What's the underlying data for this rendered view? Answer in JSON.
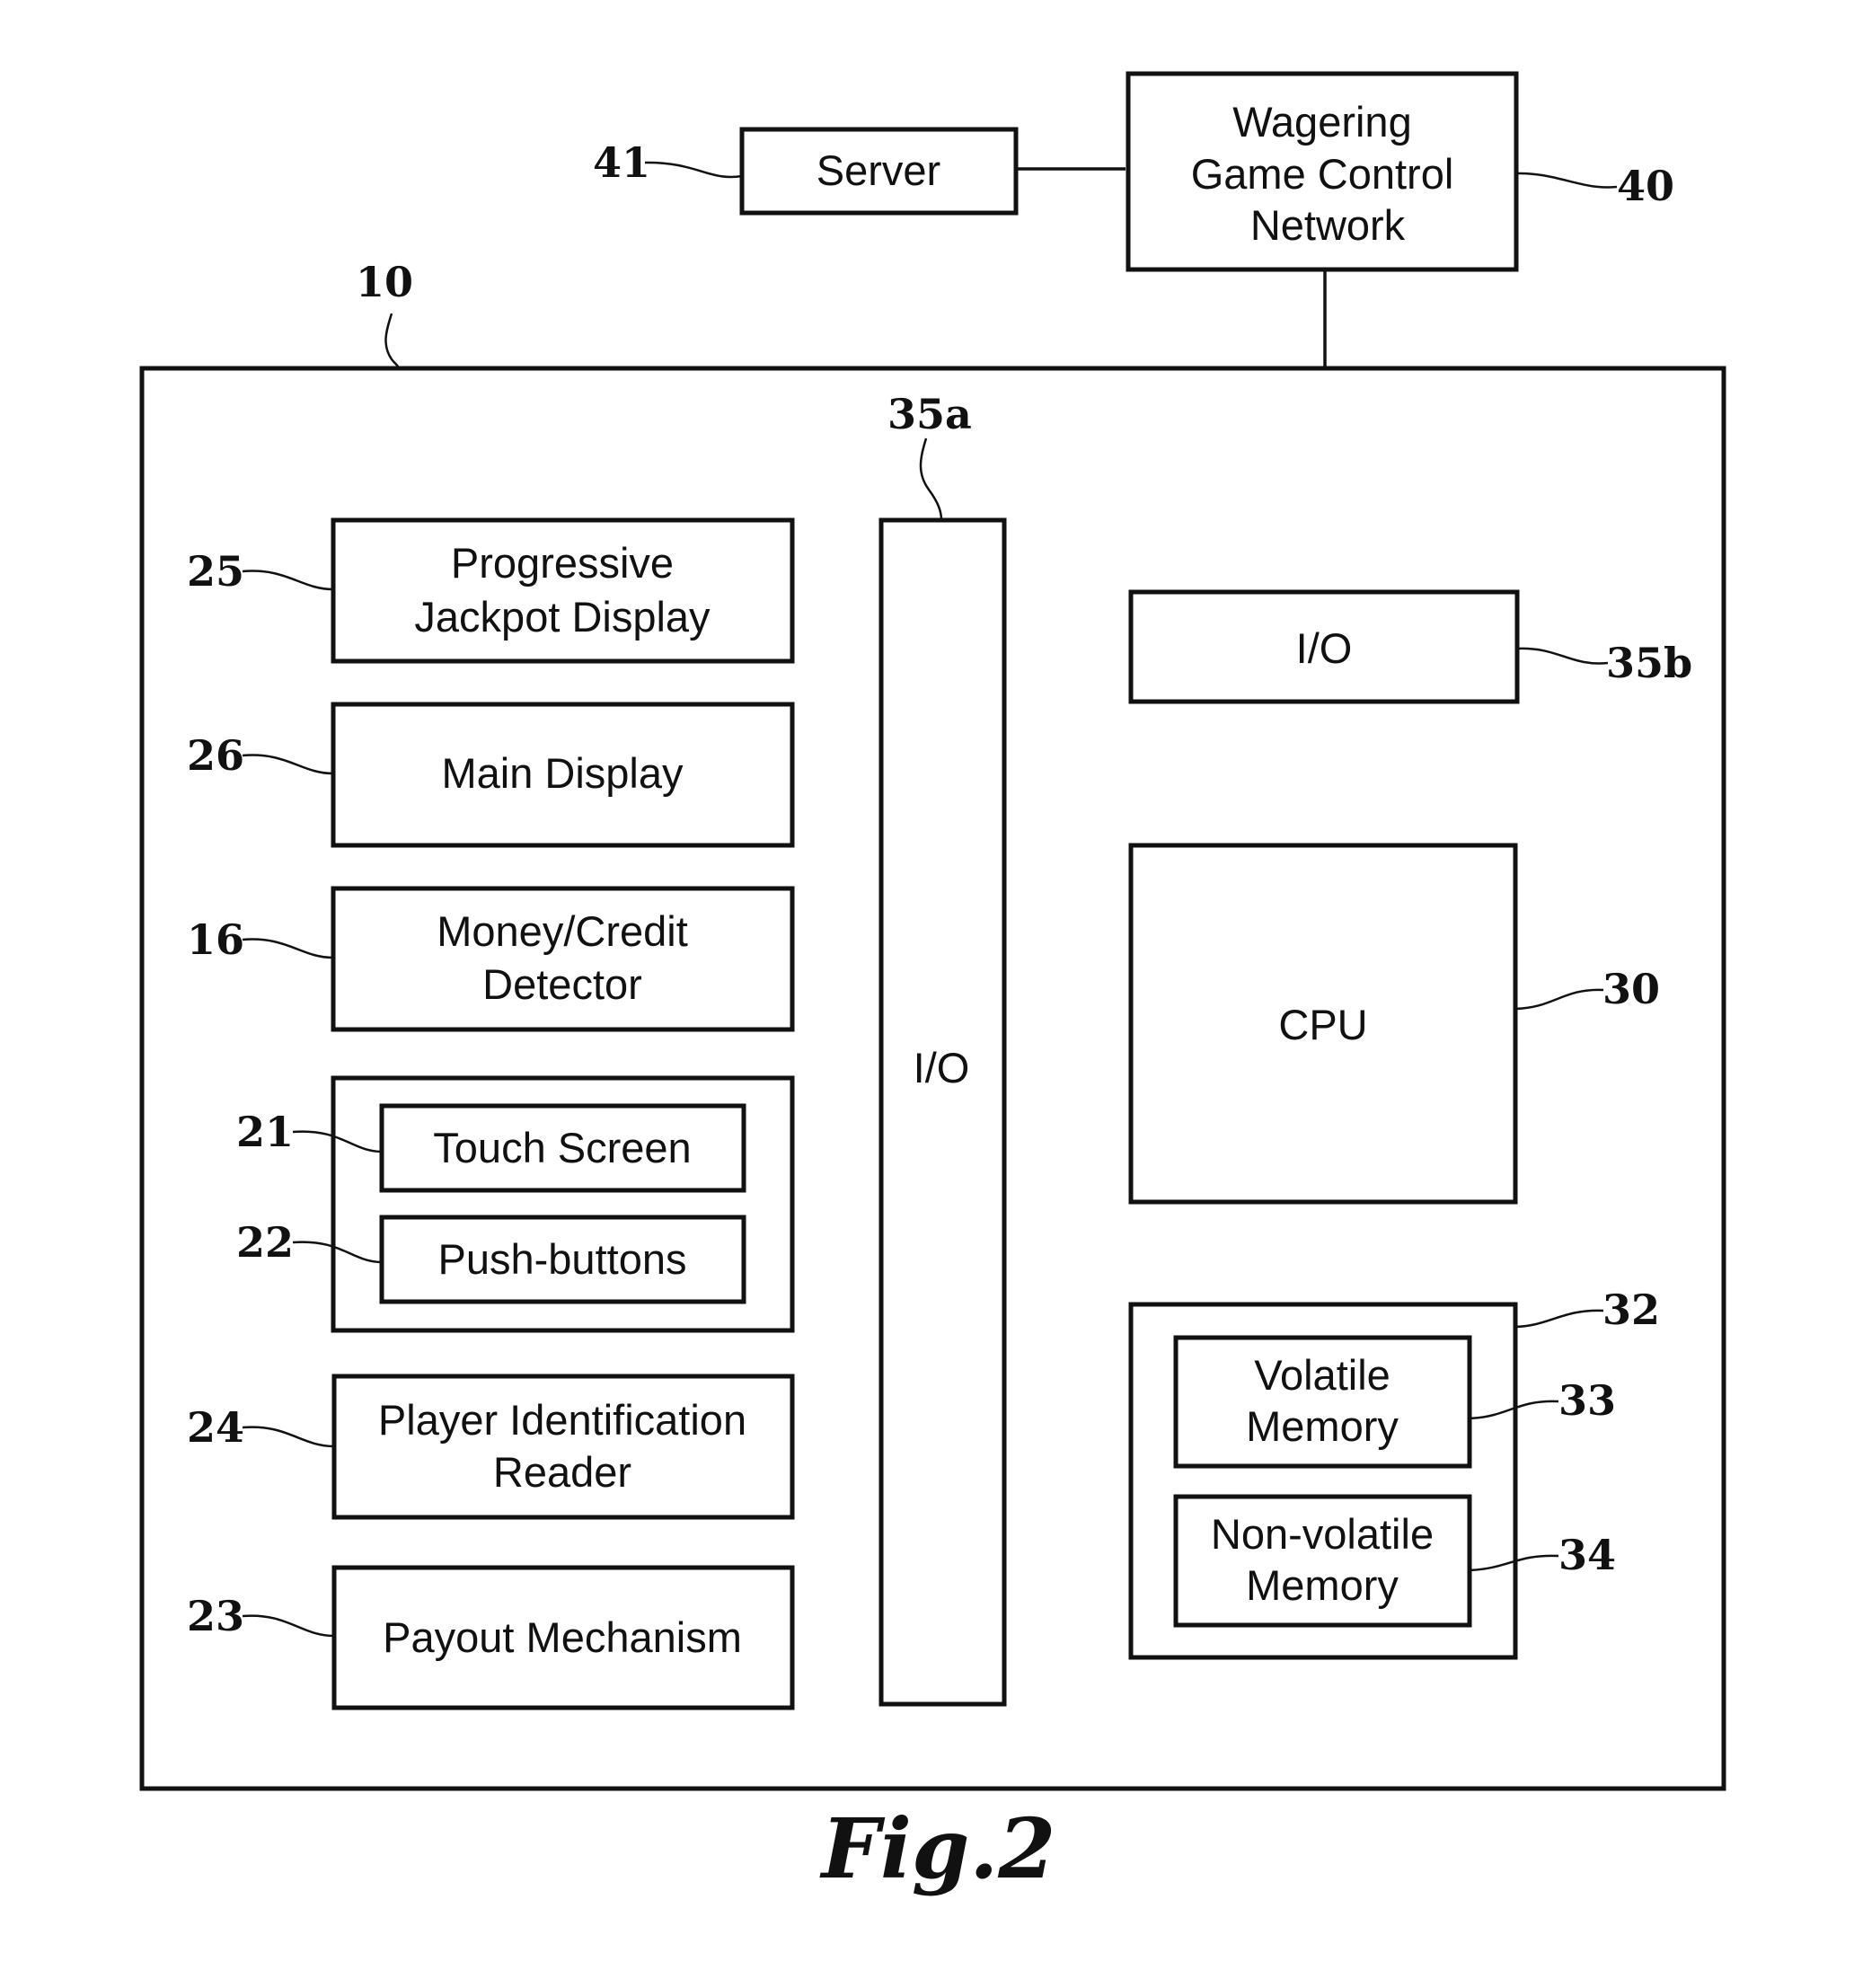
{
  "server": {
    "label": "Server",
    "ref": "41"
  },
  "network": {
    "line1": "Wagering",
    "line2": "Game Control",
    "line3": "Network",
    "ref": "40"
  },
  "machine": {
    "ref": "10"
  },
  "io_a": {
    "label": "I/O",
    "ref": "35a"
  },
  "io_b": {
    "label": "I/O",
    "ref": "35b"
  },
  "cpu": {
    "label": "CPU",
    "ref": "30"
  },
  "memory": {
    "ref": "32",
    "volatile": {
      "line1": "Volatile",
      "line2": "Memory",
      "ref": "33"
    },
    "nonvolatile": {
      "line1": "Non-volatile",
      "line2": "Memory",
      "ref": "34"
    }
  },
  "progressive": {
    "line1": "Progressive",
    "line2": "Jackpot Display",
    "ref": "25"
  },
  "main_display": {
    "label": "Main Display",
    "ref": "26"
  },
  "money": {
    "line1": "Money/Credit",
    "line2": "Detector",
    "ref": "16"
  },
  "touch": {
    "label": "Touch Screen",
    "ref": "21"
  },
  "push": {
    "label": "Push-buttons",
    "ref": "22"
  },
  "player": {
    "line1": "Player Identification",
    "line2": "Reader",
    "ref": "24"
  },
  "payout": {
    "label": "Payout Mechanism",
    "ref": "23"
  },
  "figure_caption": "Fig.2"
}
